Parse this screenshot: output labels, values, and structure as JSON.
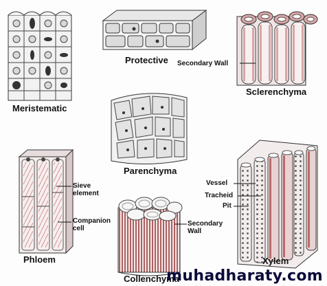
{
  "labels": {
    "meristematic": "Meristematic",
    "protective": "Protective",
    "sclerenchyma": "Sclerenchyma",
    "secondary_wall_top": "Secondary Wall",
    "parenchyma": "Parenchyma",
    "sieve_element": "Sieve element",
    "companion_cell": "Companion cell",
    "phloem": "Phloem",
    "collenchyma": "Collenchyma",
    "secondary_wall_bottom": "Secondary Wall",
    "vessel": "Vessel",
    "tracheid": "Tracheid",
    "pit": "Pit",
    "xylem": "Xylem"
  },
  "watermark": "muhadharaty.com"
}
